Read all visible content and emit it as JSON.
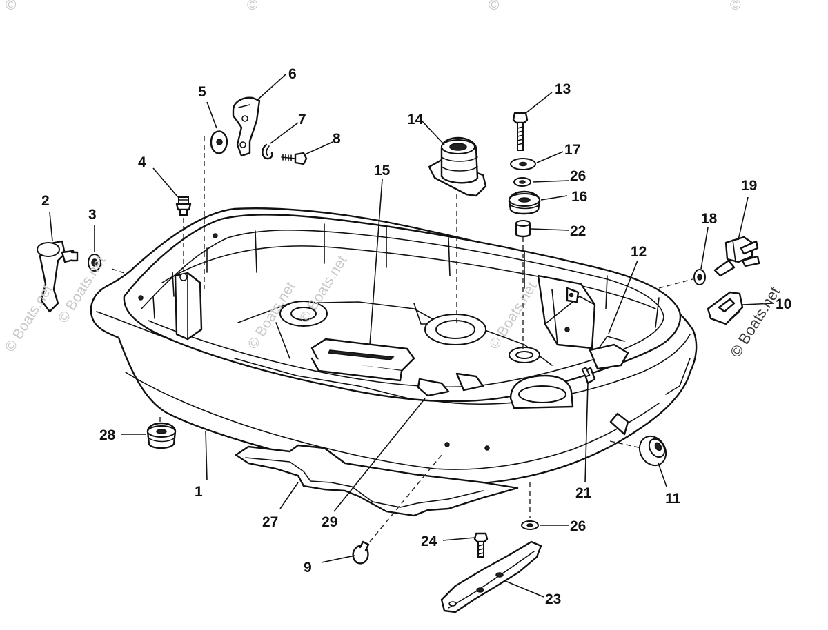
{
  "figure": {
    "watermarks": [
      {
        "id": "wm-1",
        "text": "© Boats.net"
      },
      {
        "id": "wm-2",
        "text": "© Boats.net"
      },
      {
        "id": "wm-3",
        "text": "© Boats.net"
      },
      {
        "id": "wm-4",
        "text": "© Boats.net"
      },
      {
        "id": "wm-5",
        "text": "© Boats.net"
      },
      {
        "id": "wm-6",
        "text": "© Boats.net"
      }
    ],
    "top_marks": [
      "©",
      "©",
      "©",
      "©"
    ],
    "callouts": [
      "1",
      "2",
      "3",
      "4",
      "5",
      "6",
      "7",
      "8",
      "9",
      "10",
      "11",
      "12",
      "13",
      "14",
      "15",
      "16",
      "17",
      "18",
      "19",
      "21",
      "22",
      "23",
      "24",
      "26",
      "26",
      "27",
      "28",
      "29"
    ]
  },
  "parts": [
    {
      "ref": "1",
      "icon": "lower-cowl-pan-icon"
    },
    {
      "ref": "2",
      "icon": "latch-lever-icon"
    },
    {
      "ref": "3",
      "icon": "washer-icon"
    },
    {
      "ref": "4",
      "icon": "grommet-fitting-icon"
    },
    {
      "ref": "5",
      "icon": "washer-icon"
    },
    {
      "ref": "6",
      "icon": "latch-hook-icon"
    },
    {
      "ref": "7",
      "icon": "retaining-ring-icon"
    },
    {
      "ref": "8",
      "icon": "screw-icon"
    },
    {
      "ref": "9",
      "icon": "plug-icon"
    },
    {
      "ref": "10",
      "icon": "latch-catch-icon"
    },
    {
      "ref": "11",
      "icon": "grommet-icon"
    },
    {
      "ref": "12",
      "icon": "bracket-icon"
    },
    {
      "ref": "13",
      "icon": "bolt-icon"
    },
    {
      "ref": "14",
      "icon": "seal-boot-icon"
    },
    {
      "ref": "15",
      "icon": "pad-icon"
    },
    {
      "ref": "16",
      "icon": "grommet-icon"
    },
    {
      "ref": "17",
      "icon": "washer-icon"
    },
    {
      "ref": "18",
      "icon": "washer-icon"
    },
    {
      "ref": "19",
      "icon": "fuel-connector-icon"
    },
    {
      "ref": "21",
      "icon": "screw-icon"
    },
    {
      "ref": "22",
      "icon": "bushing-icon"
    },
    {
      "ref": "23",
      "icon": "mount-bracket-icon"
    },
    {
      "ref": "24",
      "icon": "bolt-icon"
    },
    {
      "ref": "26",
      "icon": "washer-icon"
    },
    {
      "ref": "27",
      "icon": "gasket-seal-icon"
    },
    {
      "ref": "28",
      "icon": "grommet-icon"
    },
    {
      "ref": "29",
      "icon": "clip-icon"
    }
  ]
}
